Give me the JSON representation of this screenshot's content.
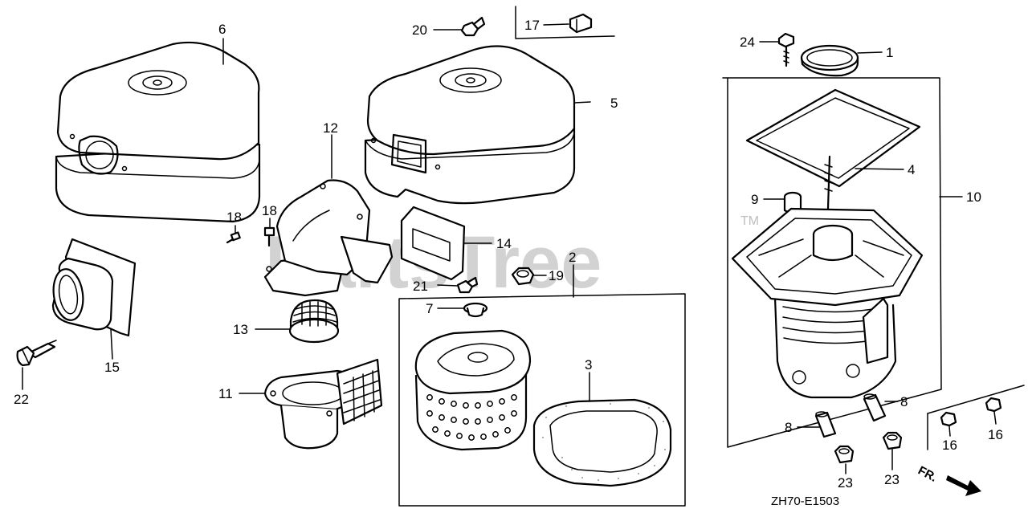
{
  "diagram": {
    "part_code": "ZH70-E1503",
    "watermark": "PartsTree",
    "trademark": "TM",
    "direction_label": "FR.",
    "labels": {
      "l1": "1",
      "l2": "2",
      "l3": "3",
      "l4": "4",
      "l5": "5",
      "l6": "6",
      "l7": "7",
      "l8a": "8",
      "l8b": "8",
      "l9": "9",
      "l10": "10",
      "l11": "11",
      "l12": "12",
      "l13": "13",
      "l14": "14",
      "l15": "15",
      "l16a": "16",
      "l16b": "16",
      "l17": "17",
      "l18a": "18",
      "l18b": "18",
      "l19": "19",
      "l20": "20",
      "l21": "21",
      "l22": "22",
      "l23a": "23",
      "l23b": "23",
      "l24": "24"
    }
  }
}
